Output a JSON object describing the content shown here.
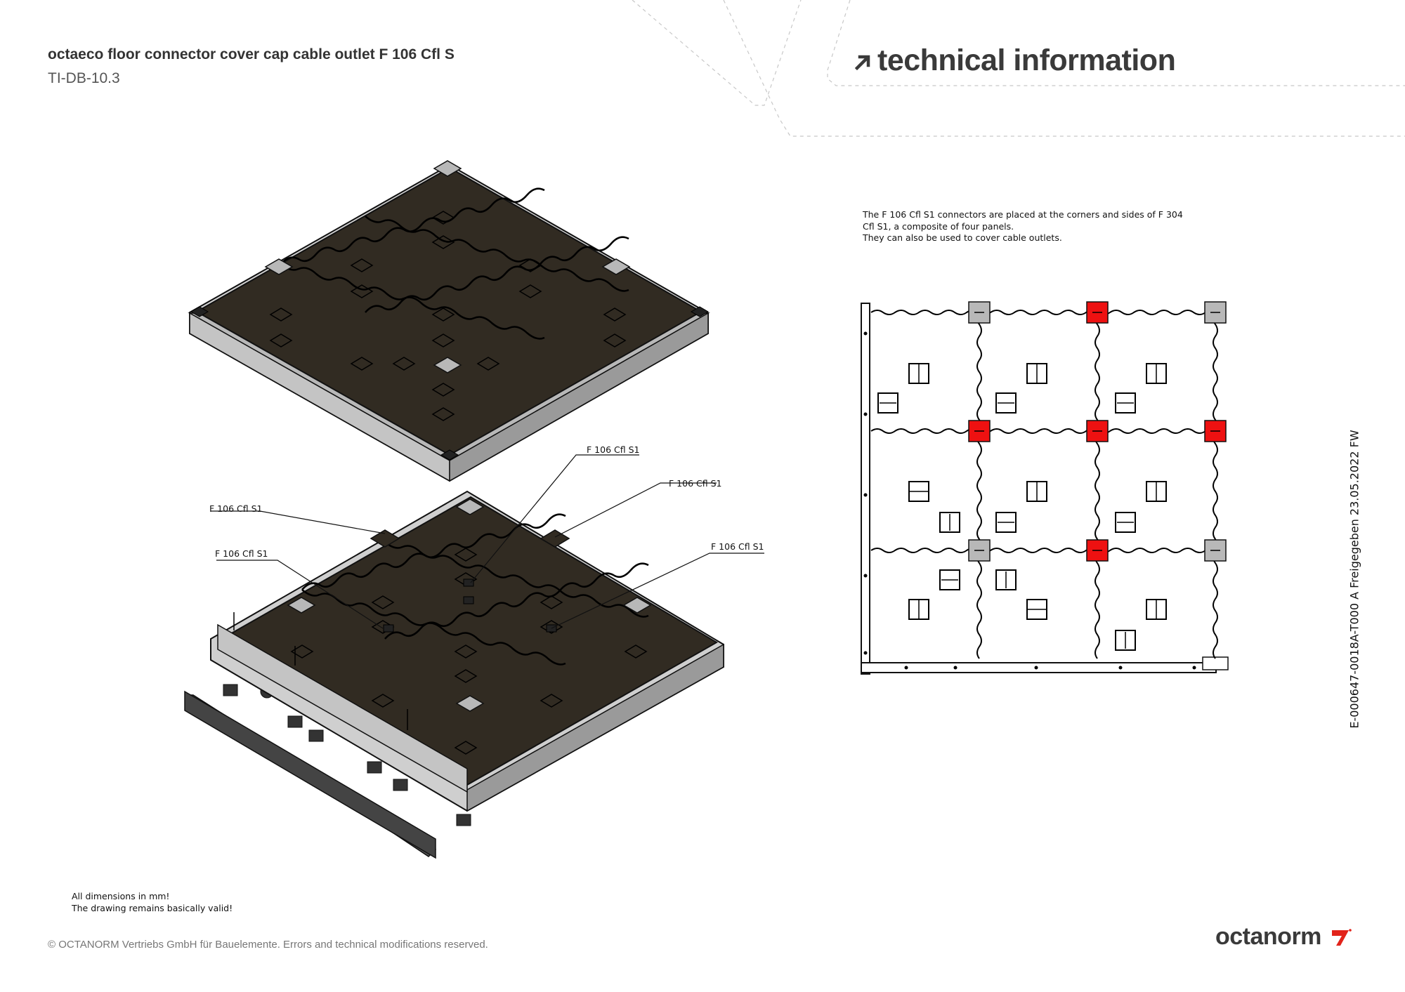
{
  "header": {
    "title": "octaeco floor connector cover cap cable outlet F 106 Cfl S",
    "doc_number": "TI-DB-10.3",
    "section_heading": "technical information",
    "section_icon": "arrow-up-right-icon"
  },
  "description": {
    "lines": [
      "The F 106 Cfl S1 connectors are placed at the corners and sides of F 304",
      "Cfl S1, a composite of four panels.",
      "They can also be used to cover cable outlets."
    ]
  },
  "callouts": [
    "F 106 Cfl S1",
    "F 106 Cfl S1",
    "F 106 Cfl S1",
    "F 106 Cfl S1",
    "F 106 Cfl S1"
  ],
  "notes": [
    "All dimensions in mm!",
    "The drawing remains basically valid!"
  ],
  "footer": {
    "copyright": "© OCTANORM Vertriebs GmbH für Bauelemente. Errors and technical modifications reserved.",
    "brand": "octanorm",
    "brand_icon": "octanorm-logo-icon"
  },
  "release_stamp": "E-000647-0018A-T000 A Freigegeben 23.05.2022 FW",
  "colors": {
    "panel": "#312b22",
    "connector_red": "#ee1111",
    "connector_grey": "#b8b8b8",
    "accent_red": "#e2231a",
    "text_dark": "#333333"
  }
}
